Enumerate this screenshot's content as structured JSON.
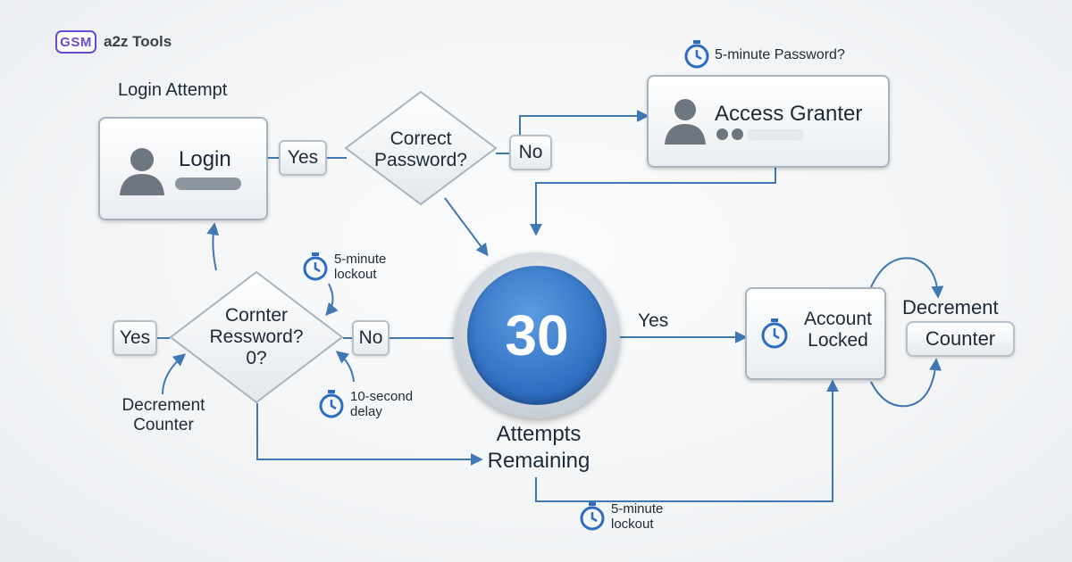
{
  "brand": {
    "mark": "GSM",
    "name": "a2z Tools"
  },
  "labels": {
    "login_attempt": "Login Attempt",
    "attempts_remaining": "Attempts Remaining",
    "decrement_left": "Decrement Counter",
    "decrement_right": "Decrement"
  },
  "login_box": {
    "text": "Login"
  },
  "access_box": {
    "text": "Access Granter"
  },
  "account_box": {
    "text": "Account Locked"
  },
  "counter_pill": {
    "text": "Counter"
  },
  "decisions": {
    "correct": {
      "text": "Correct Password?"
    },
    "cornter": {
      "text": "Cornter Ressword? 0?"
    }
  },
  "pills": {
    "yes_top": "Yes",
    "no_top": "No",
    "yes_left": "Yes",
    "no_mid": "No"
  },
  "yes_right": "Yes",
  "counter_value": "30",
  "timers": {
    "top": "5-minute Password?",
    "lockout_left": "5-minute lockout",
    "delay": "10-second delay",
    "lockout_bottom": "5-minute lockout"
  },
  "colors": {
    "accent": "#2d6cbf",
    "line": "#3f78b3",
    "brand": "#6b4ad6"
  }
}
